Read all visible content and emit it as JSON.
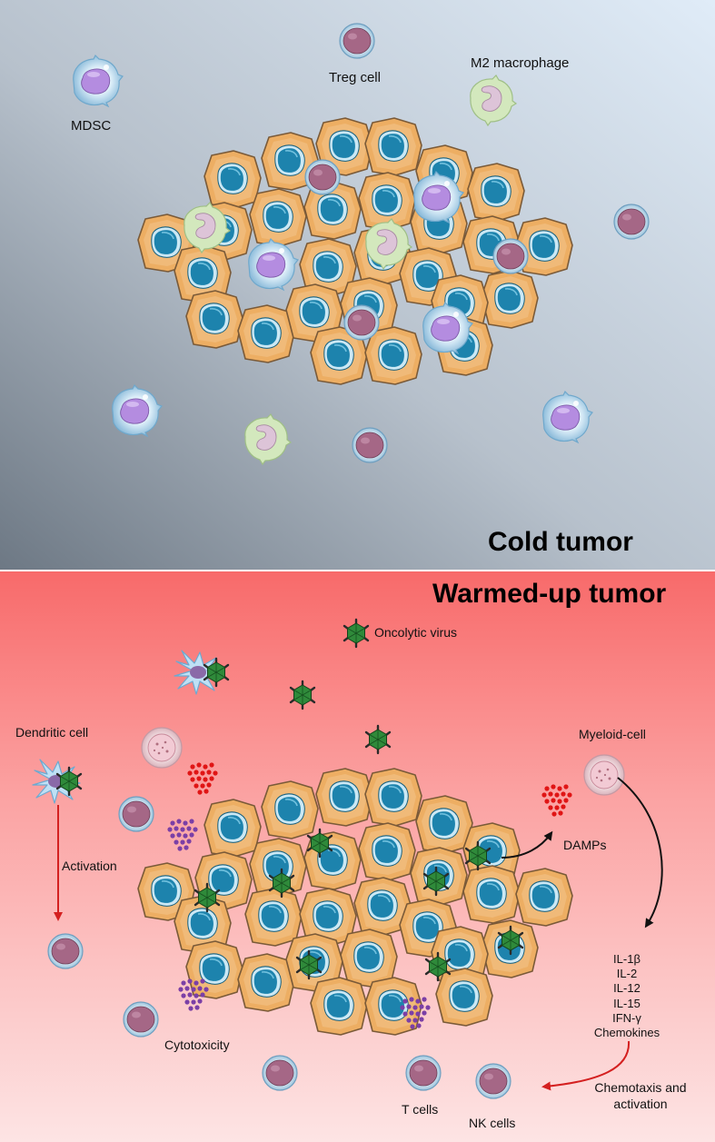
{
  "top_panel": {
    "title": "Cold tumor",
    "labels": {
      "mdsc": "MDSC",
      "treg": "Treg cell",
      "m2": "M2 macrophage"
    }
  },
  "bottom_panel": {
    "title": "Warmed-up tumor",
    "labels": {
      "virus": "Oncolytic virus",
      "dendritic": "Dendritic cell",
      "activation": "Activation",
      "myeloid": "Myeloid-cell",
      "damps": "DAMPs",
      "cytotoxicity": "Cytotoxicity",
      "t_cells": "T cells",
      "nk_cells": "NK cells",
      "chemotaxis_line1": "Chemotaxis and",
      "chemotaxis_line2": "activation"
    },
    "cytokines": [
      "IL-1β",
      "IL-2",
      "IL-12",
      "IL-15",
      "IFN-γ",
      "Chemokines"
    ]
  },
  "colors": {
    "cold_bg_dark": "#6f7a86",
    "cold_bg_light": "#dde9f5",
    "warm_bg_top": "#f76d6d",
    "warm_bg_bottom": "#fde2e2",
    "tumor_cytoplasm": "#f0b46c",
    "tumor_nucleus": "#1f86b0",
    "virus": "#2f8a3a",
    "arrow_red": "#d42020",
    "damps_red": "#e01515",
    "cytotoxic_purple": "#7b3fa6",
    "mdsc_nucleus": "#b68fe0",
    "m2_body": "#cfe6b8",
    "lymph_nucleus": "#a56786"
  }
}
